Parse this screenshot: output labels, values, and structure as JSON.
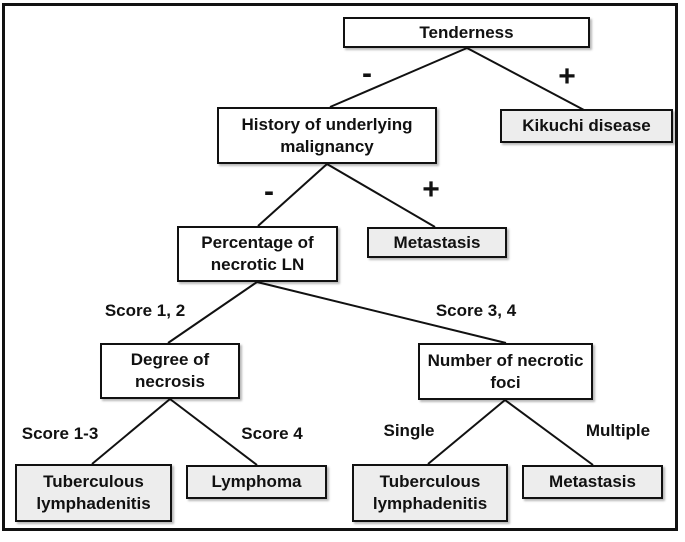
{
  "figure": {
    "type": "decision-tree",
    "description": "Diagnostic decision tree flowchart for necrotic lymph nodes"
  },
  "colors": {
    "line": "#111111",
    "node_border": "#111111",
    "decision_fill": "#ffffff",
    "outcome_fill": "#ededed",
    "text": "#111111",
    "background": "#ffffff"
  },
  "nodes": {
    "tenderness": {
      "label": "Tenderness",
      "kind": "decision"
    },
    "history": {
      "label": "History of underlying malignancy",
      "kind": "decision"
    },
    "kikuchi": {
      "label": "Kikuchi disease",
      "kind": "outcome"
    },
    "percentage": {
      "label": "Percentage of necrotic LN",
      "kind": "decision"
    },
    "metastasis1": {
      "label": "Metastasis",
      "kind": "outcome"
    },
    "degree": {
      "label": "Degree of necrosis",
      "kind": "decision"
    },
    "number": {
      "label": "Number of necrotic foci",
      "kind": "decision"
    },
    "tb1": {
      "label": "Tuberculous lymphadenitis",
      "kind": "outcome"
    },
    "lymphoma": {
      "label": "Lymphoma",
      "kind": "outcome"
    },
    "tb2": {
      "label": "Tuberculous lymphadenitis",
      "kind": "outcome"
    },
    "metastasis2": {
      "label": "Metastasis",
      "kind": "outcome"
    }
  },
  "edges": {
    "tenderness_negative": "-",
    "tenderness_positive": "+",
    "history_negative": "-",
    "history_positive": "+",
    "score_1_2": "Score 1, 2",
    "score_3_4": "Score 3, 4",
    "score_1_3": "Score 1-3",
    "score_4": "Score 4",
    "single": "Single",
    "multiple": "Multiple"
  }
}
